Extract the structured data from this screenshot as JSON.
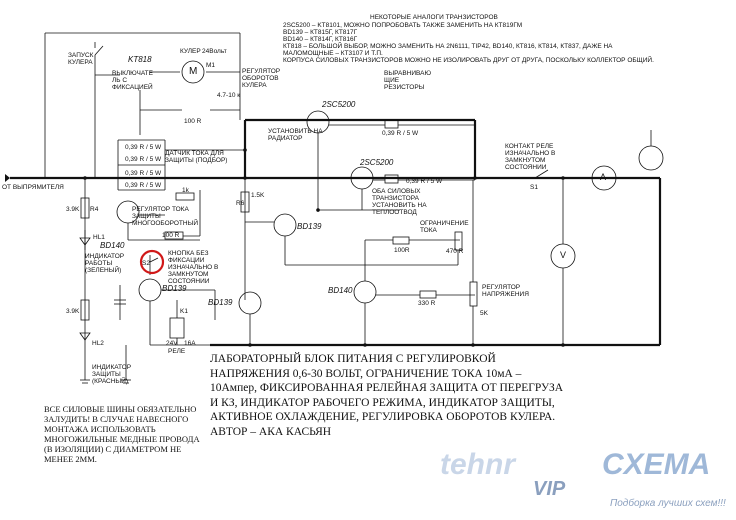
{
  "analogs_note": {
    "title": "НЕКОТОРЫЕ АНАЛОГИ ТРАНЗИСТОРОВ",
    "lines": [
      "2SC5200 – KT8101, МОЖНО ПОПРОБОВАТЬ ТАКЖЕ ЗАМЕНИТЬ НА КТ819ГМ",
      "BD139 – КТ815Г, КТ817Г",
      "BD140 – КТ814Г, КТ816Г",
      "КТ818 – БОЛЬШОЙ ВЫБОР, МОЖНО ЗАМЕНИТЬ НА 2N6111, TIP42, BD140, КТ816, КТ814, КТ837, ДАЖЕ НА",
      "МАЛОМОЩНЫЕ – КТ3107 И Т.П.",
      "КОРПУСА СИЛОВЫХ ТРАНЗИСТОРОВ МОЖНО НЕ ИЗОЛИРОВАТЬ ДРУГ ОТ ДРУГА, ПОСКОЛЬКУ КОЛЛЕКТОР ОБЩИЙ."
    ]
  },
  "labels": {
    "zapusk_kulera": "ЗАПУСК КУЛЕРА",
    "vyklyuchatel": "ВЫКЛЮЧАТЕ ЛЬ С ФИКСАЦИЕЙ",
    "kt818": "KT818",
    "kuler": "КУЛЕР",
    "volt24": "24Вольт",
    "m1": "M1",
    "motor": "M",
    "regulator_oborotov": "РЕГУЛЯТОР ОБОРОТОВ КУЛЕРА",
    "r_4_7_10k": "4.7-10 к",
    "r_100r_top": "100 R",
    "vyravnivayushie": "ВЫРАВНИВАЮ ЩИЕ РЕЗИСТОРЫ",
    "t_2sc5200_top": "2SC5200",
    "t_2sc5200_mid": "2SC5200",
    "ustanovit_radiator": "УСТАНОВИТЬ НА РАДИАТОР",
    "oba_silovyh": "ОБА СИЛОВЫХ ТРАНЗИСТОРА УСТАНОВИТЬ НА ТЕПЛООТВОД",
    "r_039_top": "0,39 R / 5 W",
    "r_039_mid": "0,39 R / 5 W",
    "r_039_a": "0,39 R / 5 W",
    "r_039_b": "0,39 R / 5 W",
    "r_039_c": "0,39 R / 5 W",
    "r_039_d": "0,39 R / 5 W",
    "datchik_toka": "ДАТЧИК ТОКА ДЛЯ ЗАЩИТЫ (ПОДБОР)",
    "kontakt_rele": "КОНТАКТ РЕЛЕ ИЗНАЧАЛЬНО В ЗАМКНУТОМ СОСТОЯНИИ",
    "s1": "S1",
    "ampermeter": "A",
    "voltmeter": "V",
    "ot_vypryamitelya": "ОТ ВЫПРЯМИТЕЛЯ",
    "r_39k_a": "3.9K",
    "r4": "R4",
    "hl1": "HL1",
    "bd140_a": "BD140",
    "indikator_raboty": "ИНДИКАТОР РАБОТЫ (ЗЕЛЕНЫЙ)",
    "regulyator_toka_zashity": "РЕГУЛЯТОР ТОКА ЗАЩИТЫ МНОГООБОРОТНЫЙ",
    "r_1k": "1k",
    "r_100r_mid": "100 R",
    "knopka": "КНОПКА БЕЗ ФИКСАЦИИ ИЗНАЧАЛЬНО В ЗАМКНУТОМ СОСТОЯНИИ",
    "s2": "S2",
    "bd139_a": "BD139",
    "r_39k_b": "3.9K",
    "hl2": "HL2",
    "indikator_zashity": "ИНДИКАТОР ЗАЩИТЫ (КРАСНЫЙ)",
    "r_15k": "1.5K",
    "r6": "R6",
    "bd139_b": "BD139",
    "bd139_c": "BD139",
    "ogranichenie_toka": "ОГРАНИЧЕНИЕ ТОКА",
    "r_100r_low": "100R",
    "r_470r": "470 R",
    "bd140_b": "BD140",
    "r_330r": "330 R",
    "regulyator_napryazheniya": "РЕГУЛЯТОР НАПРЯЖЕНИЯ",
    "r_5k": "5K",
    "v24": "24V",
    "a16": "16A",
    "rele": "РЕЛЕ",
    "k1": "K1"
  },
  "main_description": "ЛАБОРАТОРНЫЙ БЛОК ПИТАНИЯ С РЕГУЛИРОВКОЙ НАПРЯЖЕНИЯ 0,6-30 ВОЛЬТ, ОГРАНИЧЕНИЕ ТОКА 10мА – 10Ампер, ФИКСИРОВАННАЯ РЕЛЕЙНАЯ ЗАЩИТА ОТ ПЕРЕГРУЗА И КЗ, ИНДИКАТОР РАБОЧЕГО РЕЖИМА, ИНДИКАТОР ЗАЩИТЫ, АКТИВНОЕ ОХЛАЖДЕНИЕ, РЕГУЛИРОВКА ОБОРОТОВ КУЛЕРА. АВТОР – АКА КАСЬЯН",
  "side_note": "ВСЕ СИЛОВЫЕ ШИНЫ ОБЯЗАТЕЛЬНО ЗАЛУДИТЬ! В СЛУЧАЕ НАВЕСНОГО МОНТАЖА ИСПОЛЬЗОВАТЬ МНОГОЖИЛЬНЫЕ МЕДНЫЕ ПРОВОДА (В ИЗОЛЯЦИИ) С ДИАМЕТРОМ НЕ МЕНЕЕ 2ММ.",
  "watermark": {
    "left": "tehnr",
    "vip": "VIP",
    "right": "CXEMA",
    "tagline": "Подборка лучших схем!!!"
  },
  "colors": {
    "highlight_circle": "#d01818",
    "watermark_blue": "#9fb8d8"
  }
}
